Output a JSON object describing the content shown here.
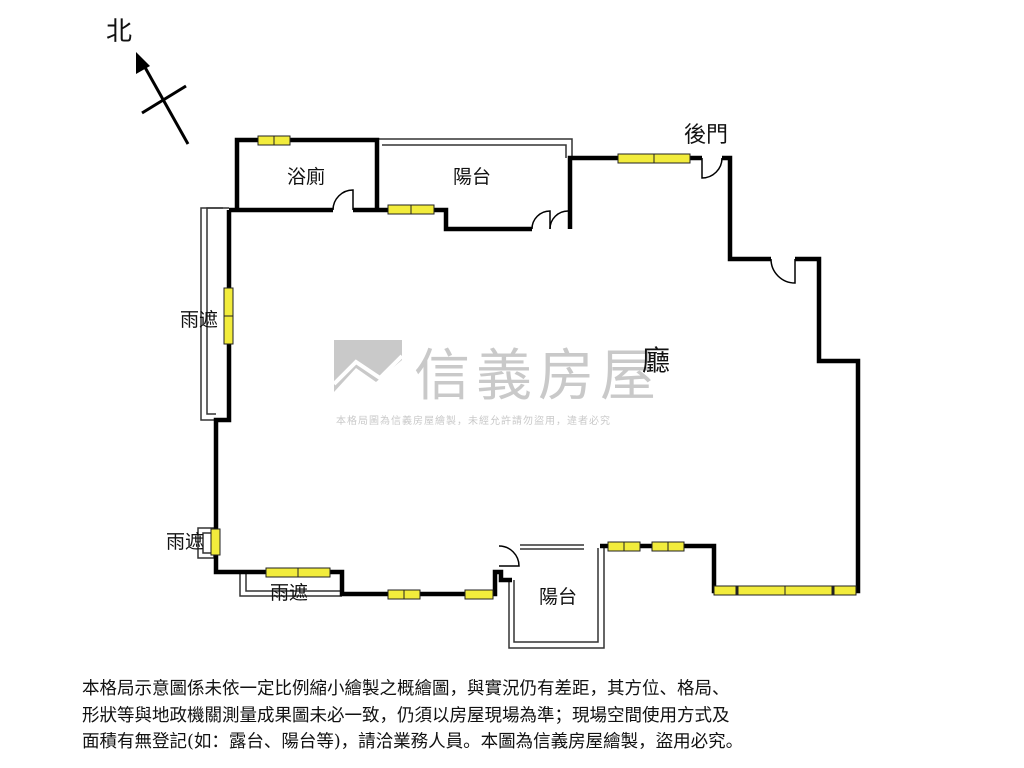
{
  "compass": {
    "label": "北"
  },
  "rooms": {
    "bathroom": "浴廁",
    "balcony_top": "陽台",
    "back_door": "後門",
    "living": "廳",
    "awning_left": "雨遮",
    "awning_lower_left": "雨遮",
    "awning_bottom": "雨遮",
    "balcony_bottom": "陽台"
  },
  "watermark": {
    "brand": "信義房屋",
    "notice": "本格局圖為信義房屋繪製，未經允許請勿盜用，違者必究"
  },
  "disclaimer": {
    "line1": "本格局示意圖係未依一定比例縮小繪製之概繪圖，與實況仍有差距，其方位、格局、",
    "line2": "形狀等與地政機關測量成果圖未必一致，仍須以房屋現場為準；現場空間使用方式及",
    "line3": "面積有無登記(如：露台、陽台等)，請洽業務人員。本圖為信義房屋繪製，盜用必究。"
  },
  "colors": {
    "wall": "#000000",
    "window": "#f2ec3c",
    "watermark": "#c9c9c9"
  }
}
